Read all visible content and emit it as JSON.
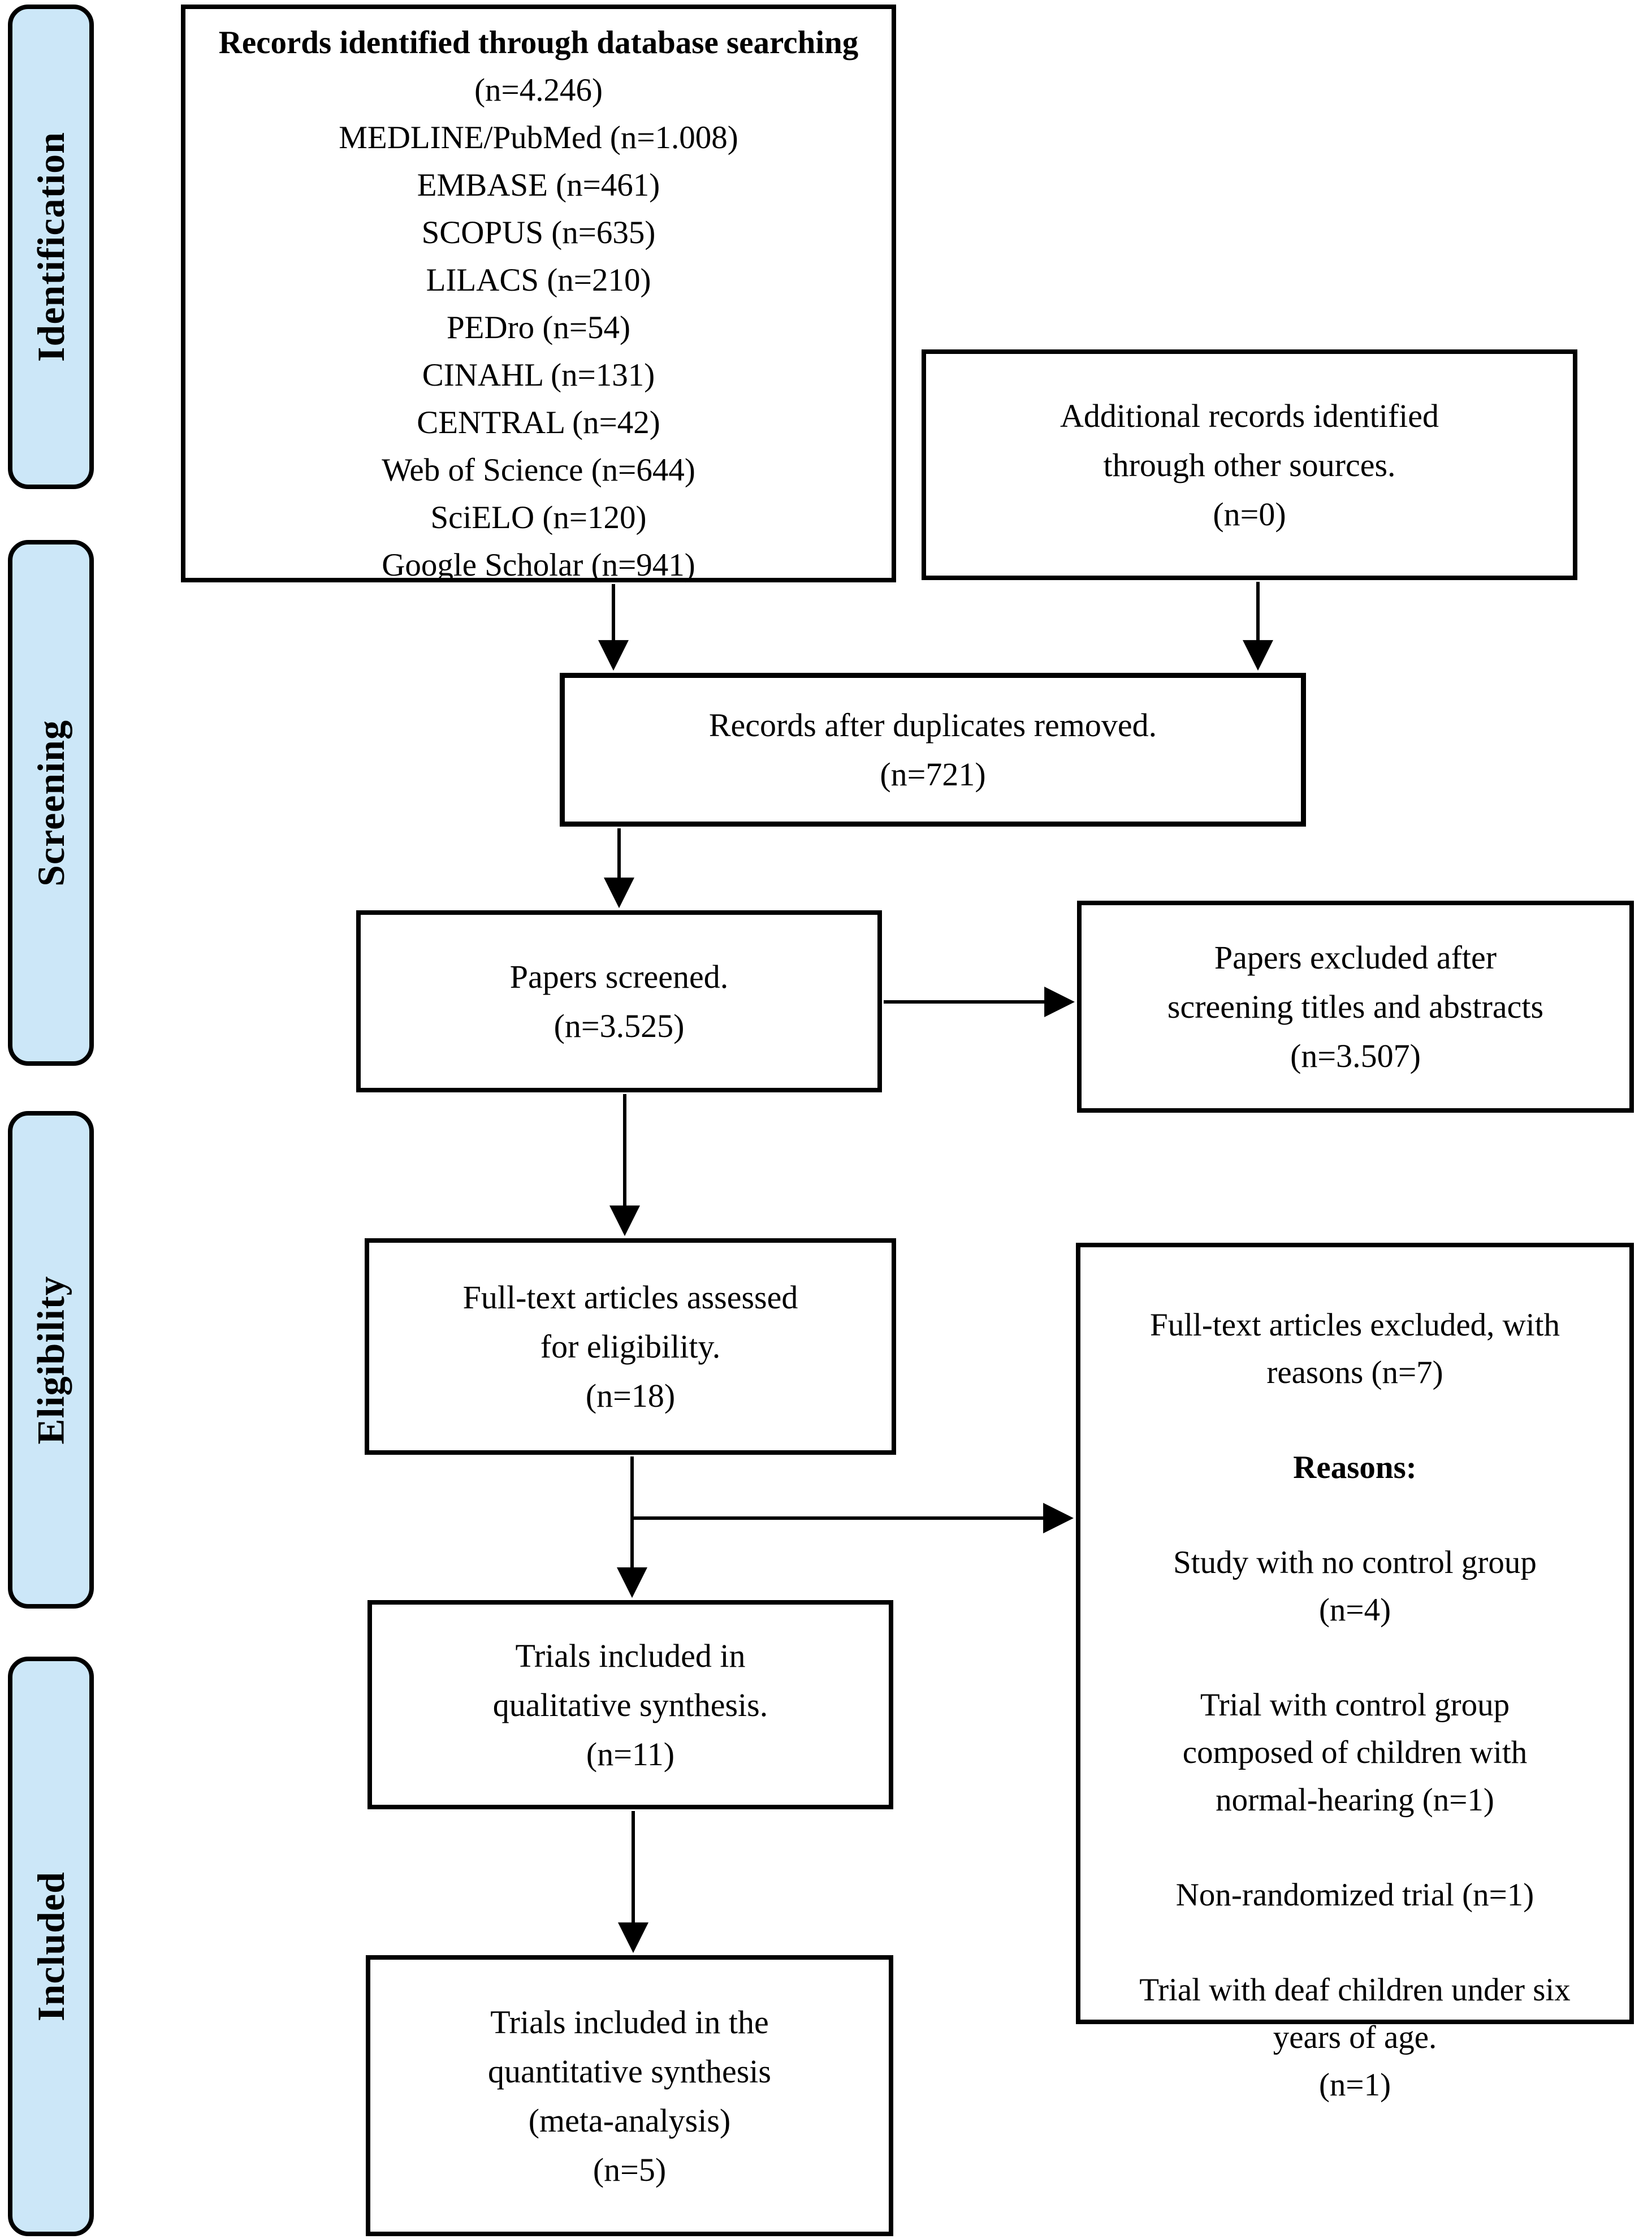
{
  "diagram": {
    "colors": {
      "stage_fill": "#cce7f8",
      "line": "#000000",
      "background": "#ffffff"
    },
    "stages": [
      {
        "label": "Identification"
      },
      {
        "label": "Screening"
      },
      {
        "label": "Eligibility"
      },
      {
        "label": "Included"
      }
    ],
    "boxes": {
      "records_identified": {
        "title_bold": "Records identified through database searching",
        "title_count": " (n=4.246)",
        "sources": [
          "MEDLINE/PubMed (n=1.008)",
          "EMBASE (n=461)",
          "SCOPUS (n=635)",
          "LILACS (n=210)",
          "PEDro (n=54)",
          "CINAHL (n=131)",
          "CENTRAL (n=42)",
          "Web of Science (n=644)",
          "SciELO (n=120)",
          "Google Scholar (n=941)"
        ]
      },
      "additional_records": {
        "text": "Additional records identified\nthrough other sources.\n(n=0)"
      },
      "duplicates_removed": {
        "text": "Records after duplicates removed.\n(n=721)"
      },
      "papers_screened": {
        "text": "Papers screened.\n(n=3.525)"
      },
      "papers_excluded": {
        "text": "Papers excluded after\nscreening titles and abstracts\n(n=3.507)"
      },
      "fulltext_assessed": {
        "text": "Full-text articles assessed\nfor eligibility.\n(n=18)"
      },
      "fulltext_excluded": {
        "title": "Full-text articles excluded, with\nreasons (n=7)",
        "reasons_label": "Reasons:",
        "reasons": [
          "Study with no control group\n(n=4)",
          "Trial with control group\ncomposed of children with\nnormal-hearing (n=1)",
          "Non-randomized trial (n=1)",
          "Trial with deaf children under six\nyears of age.\n(n=1)"
        ]
      },
      "qualitative_synthesis": {
        "text": "Trials included in\nqualitative synthesis.\n(n=11)"
      },
      "quantitative_synthesis": {
        "text": "Trials included in the\nquantitative synthesis\n(meta-analysis)\n(n=5)"
      }
    }
  }
}
